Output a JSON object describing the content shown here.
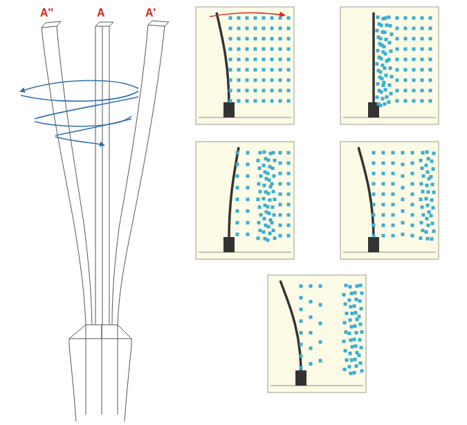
{
  "diagram": {
    "labels": [
      "A''",
      "A",
      "A'"
    ]
  }
}
